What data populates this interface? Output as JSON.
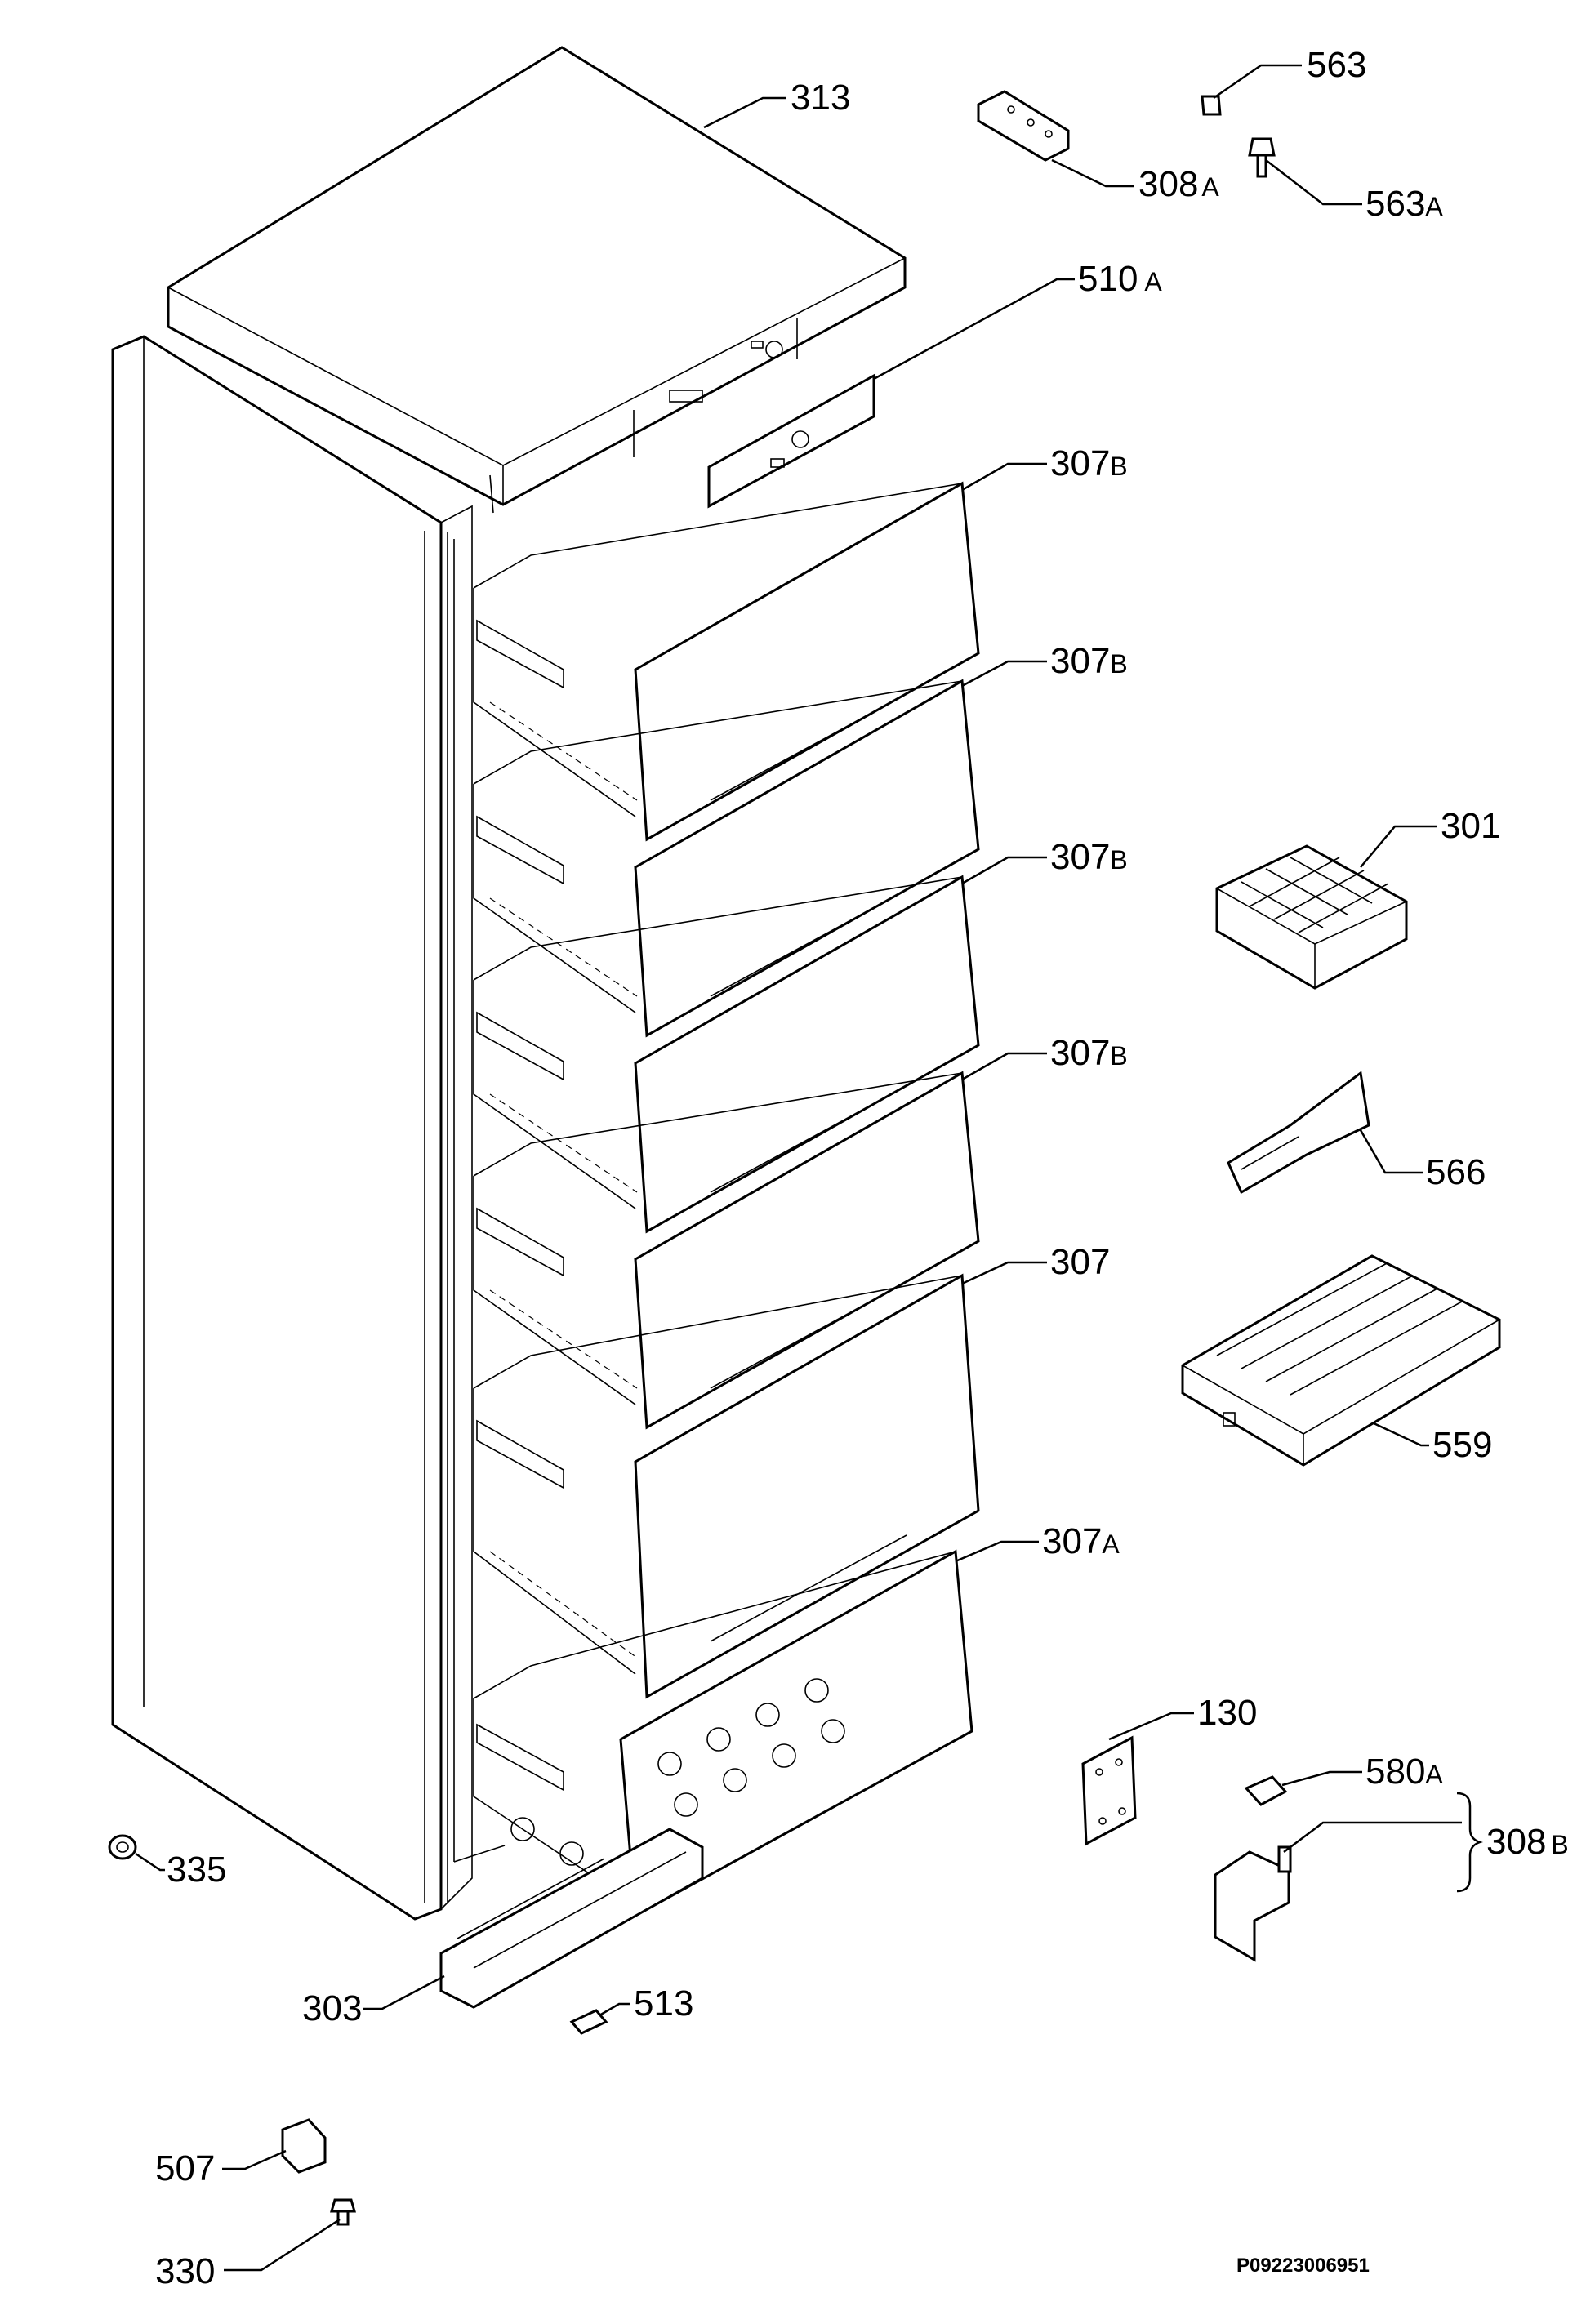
{
  "diagram": {
    "document_code": "P09223006951",
    "bracket_group": {
      "label": "308B",
      "members": [
        "580A",
        "308B-hinge"
      ]
    },
    "callouts": [
      {
        "id": "313",
        "num": "313",
        "suffix": ""
      },
      {
        "id": "563",
        "num": "563",
        "suffix": ""
      },
      {
        "id": "308A",
        "num": "308",
        "suffix": "A"
      },
      {
        "id": "563A",
        "num": "563",
        "suffix": "A"
      },
      {
        "id": "510A",
        "num": "510",
        "suffix": "A"
      },
      {
        "id": "307B-1",
        "num": "307",
        "suffix": "B"
      },
      {
        "id": "307B-2",
        "num": "307",
        "suffix": "B"
      },
      {
        "id": "307B-3",
        "num": "307",
        "suffix": "B"
      },
      {
        "id": "307B-4",
        "num": "307",
        "suffix": "B"
      },
      {
        "id": "307",
        "num": "307",
        "suffix": ""
      },
      {
        "id": "307A",
        "num": "307",
        "suffix": "A"
      },
      {
        "id": "301",
        "num": "301",
        "suffix": ""
      },
      {
        "id": "566",
        "num": "566",
        "suffix": ""
      },
      {
        "id": "559",
        "num": "559",
        "suffix": ""
      },
      {
        "id": "130",
        "num": "130",
        "suffix": ""
      },
      {
        "id": "580A",
        "num": "580",
        "suffix": "A"
      },
      {
        "id": "308B",
        "num": "308",
        "suffix": "B"
      },
      {
        "id": "335",
        "num": "335",
        "suffix": ""
      },
      {
        "id": "513",
        "num": "513",
        "suffix": ""
      },
      {
        "id": "303",
        "num": "303",
        "suffix": ""
      },
      {
        "id": "507",
        "num": "507",
        "suffix": ""
      },
      {
        "id": "330",
        "num": "330",
        "suffix": ""
      }
    ]
  }
}
